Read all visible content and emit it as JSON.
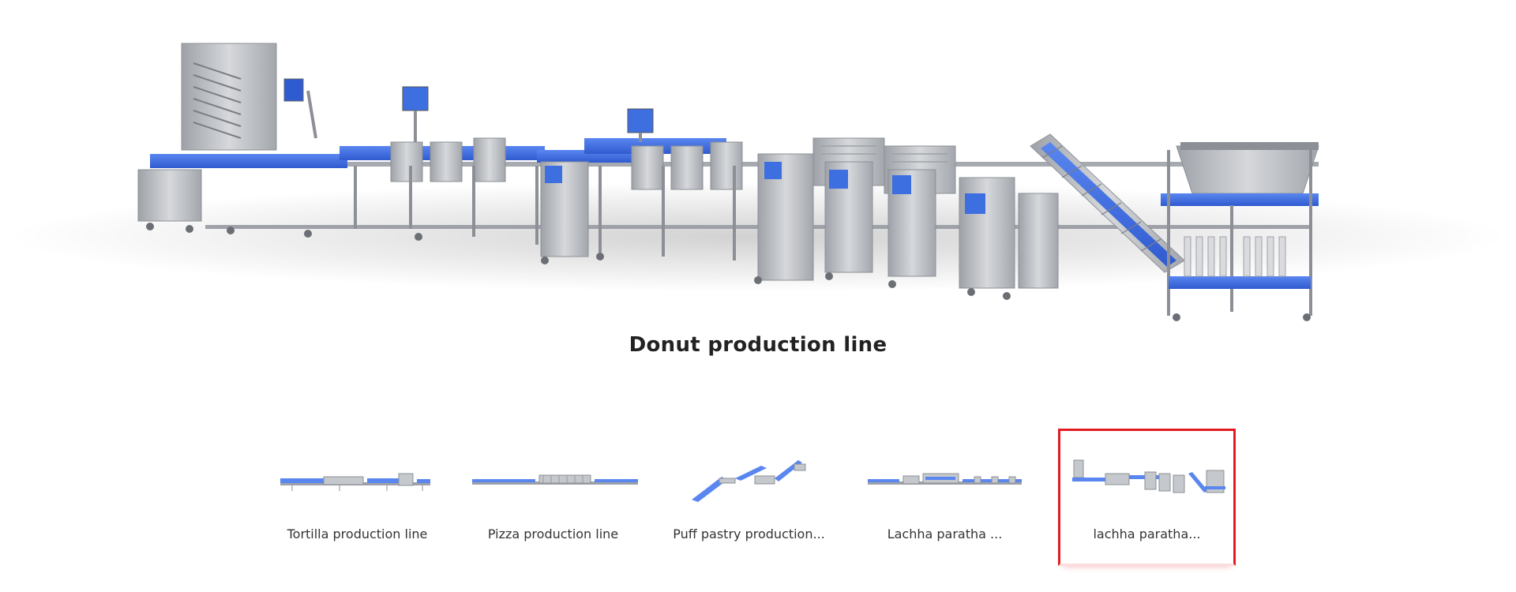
{
  "hero": {
    "title": "Donut production line"
  },
  "thumbnails": [
    {
      "label": "Tortilla production line",
      "active": false
    },
    {
      "label": "Pizza production line",
      "active": false
    },
    {
      "label": "Puff pastry production...",
      "active": false
    },
    {
      "label": "Lachha paratha ...",
      "active": false
    },
    {
      "label": "lachha paratha...",
      "active": true
    }
  ],
  "colors": {
    "accent": "#e21b23",
    "conveyor": "#3d6fe0",
    "steel": "#b9bcc1",
    "text": "#222222"
  }
}
